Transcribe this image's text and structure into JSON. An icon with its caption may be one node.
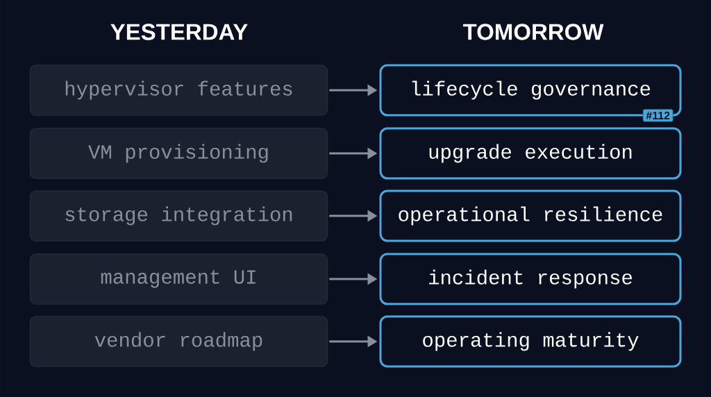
{
  "diagram": {
    "nodes": [
      {
        "text": [
          "hypervisor features"
        ]
      },
      {
        "text": [
          "lifecycle governance"
        ],
        "beside": [
          "#112"
        ]
      },
      {
        "text": [
          "VM provisioning"
        ]
      },
      {
        "text": [
          "upgrade execution"
        ]
      },
      {
        "text": [
          "storage integration"
        ]
      },
      {
        "text": [
          "operational resilience"
        ]
      },
      {
        "text": [
          "management UI"
        ]
      },
      {
        "text": [
          "incident response"
        ]
      },
      {
        "text": [
          "vendor roadmap"
        ]
      },
      {
        "text": [
          "operating maturity"
        ]
      }
    ],
    "edges": [
      {
        "from": 0,
        "to": 1,
        "arrow": "to"
      },
      {
        "from": 2,
        "to": 3,
        "arrow": "to"
      },
      {
        "from": 4,
        "to": 5,
        "arrow": "to"
      },
      {
        "from": 6,
        "to": 7,
        "arrow": "to"
      },
      {
        "from": 8,
        "to": 9,
        "arrow": "to"
      }
    ],
    "labels": [
      "YESTERDAY",
      "TOMORROW"
    ]
  }
}
